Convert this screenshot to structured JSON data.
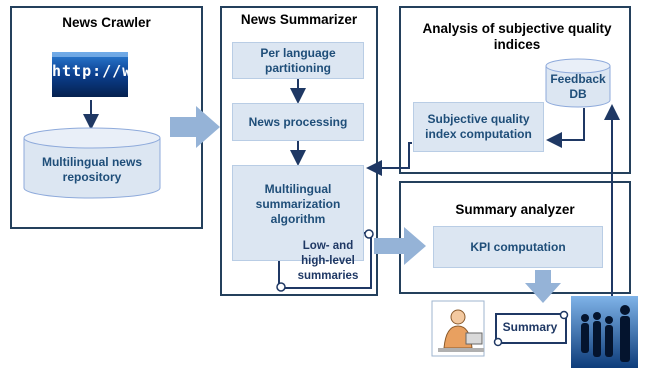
{
  "panels": {
    "news_crawler": {
      "title": "News Crawler"
    },
    "news_summarizer": {
      "title": "News Summarizer"
    },
    "analysis": {
      "title": "Analysis of subjective quality indices"
    },
    "summary_analyzer": {
      "title": "Summary analyzer"
    }
  },
  "crawler": {
    "screen_text": "http://w",
    "repository_label": "Multilingual news repository"
  },
  "summarizer": {
    "partitioning": "Per language partitioning",
    "processing": "News processing",
    "algorithm": "Multilingual summarization algorithm",
    "summaries_doc": "Low- and high-level summaries"
  },
  "analysis": {
    "feedback_db": "Feedback DB",
    "subjective_index": "Subjective quality index computation"
  },
  "analyzer": {
    "kpi": "KPI computation",
    "summary_doc": "Summary"
  },
  "colors": {
    "panel_border": "#24405c",
    "box_fill": "#dce6f2",
    "arrow_fill": "#95b3d7",
    "connector": "#1f3864",
    "text_blue": "#1f4e79"
  },
  "icons": [
    "http-screen-icon",
    "database-icon",
    "person-at-computer-icon",
    "business-people-icon",
    "document-scroll-icon"
  ]
}
